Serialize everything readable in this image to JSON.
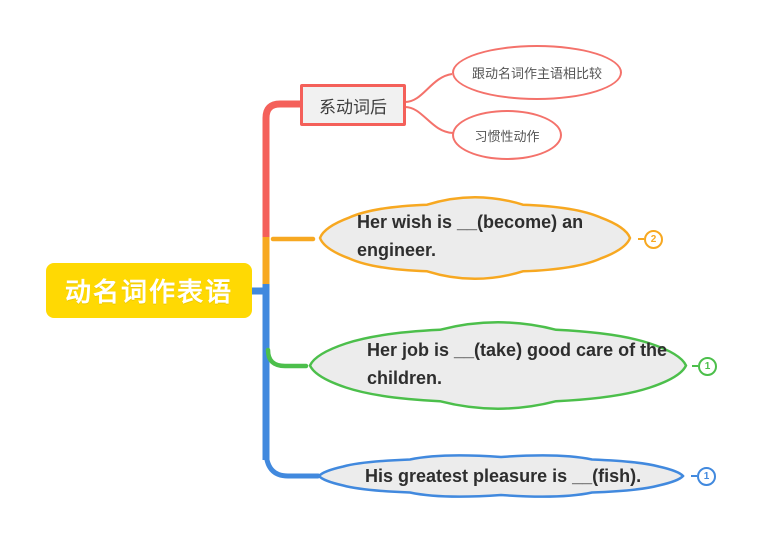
{
  "colors": {
    "yellow": "#FFD903",
    "red": "#F4605A",
    "red_light": "#F4726B",
    "orange": "#F7A821",
    "green": "#4CBF4B",
    "blue": "#4189DE",
    "cloud_fill": "#ECECEC",
    "node_fill": "#F1F1F1"
  },
  "root": {
    "label": "动名词作表语"
  },
  "branch_linking_verb": {
    "label": "系动词后",
    "children": [
      {
        "label": "跟动名词作主语相比较"
      },
      {
        "label": "习惯性动作"
      }
    ]
  },
  "examples": [
    {
      "text": "Her wish is __(become) an engineer.",
      "badge": "2"
    },
    {
      "text": "Her job is __(take) good care of the children.",
      "badge": "1"
    },
    {
      "text": "His greatest pleasure is __(fish).",
      "badge": "1"
    }
  ]
}
